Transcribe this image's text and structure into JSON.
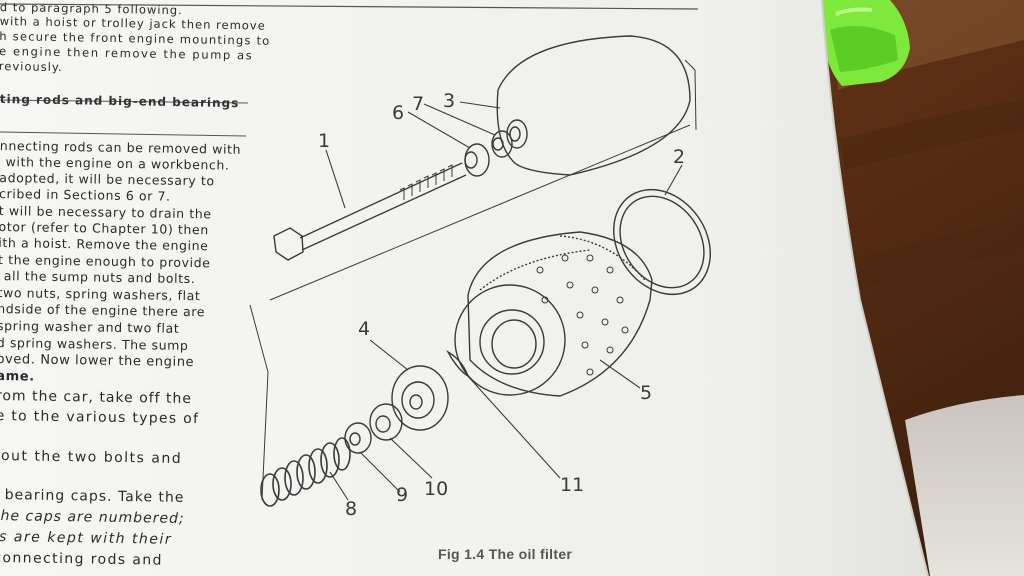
{
  "top_text": [
    "d to paragraph 5 following.",
    "with a hoist or trolley jack then remove",
    "h secure the front engine mountings to",
    "e engine then remove the pump as",
    "reviously."
  ],
  "section_heading": "ting rods and big-end bearings",
  "body_text": [
    "nnecting rods can be removed with",
    "with the engine on a workbench.",
    "adopted, it will be necessary to",
    "cribed in Sections 6 or 7.",
    "t will be necessary to drain the",
    "otor (refer to Chapter 10) then",
    "ith a hoist. Remove the engine",
    "t the engine enough to provide",
    "all the sump nuts and bolts.",
    "two nuts, spring washers, flat",
    "ndside of the engine there are",
    "spring washer and two flat",
    "d spring washers. The sump",
    "oved. Now lower the engine",
    "ame.",
    "rom the car, take off the",
    "e to the various types of",
    "",
    "out the two bolts and",
    "",
    "l bearing caps. Take the",
    "the caps are numbered;",
    "ls are kept with their",
    "connecting rods and"
  ],
  "callouts": {
    "c1": "1",
    "c2": "2",
    "c3": "3",
    "c4": "4",
    "c5": "5",
    "c6": "6",
    "c7": "7",
    "c8": "8",
    "c9": "9",
    "c10": "10",
    "c11": "11"
  },
  "caption": "Fig 1.4 The oil filter",
  "colors": {
    "paper": "#f3f3f1",
    "ink": "#3a3a3a",
    "wood": "#6b3a1c",
    "lighter": "#7ee83c"
  }
}
